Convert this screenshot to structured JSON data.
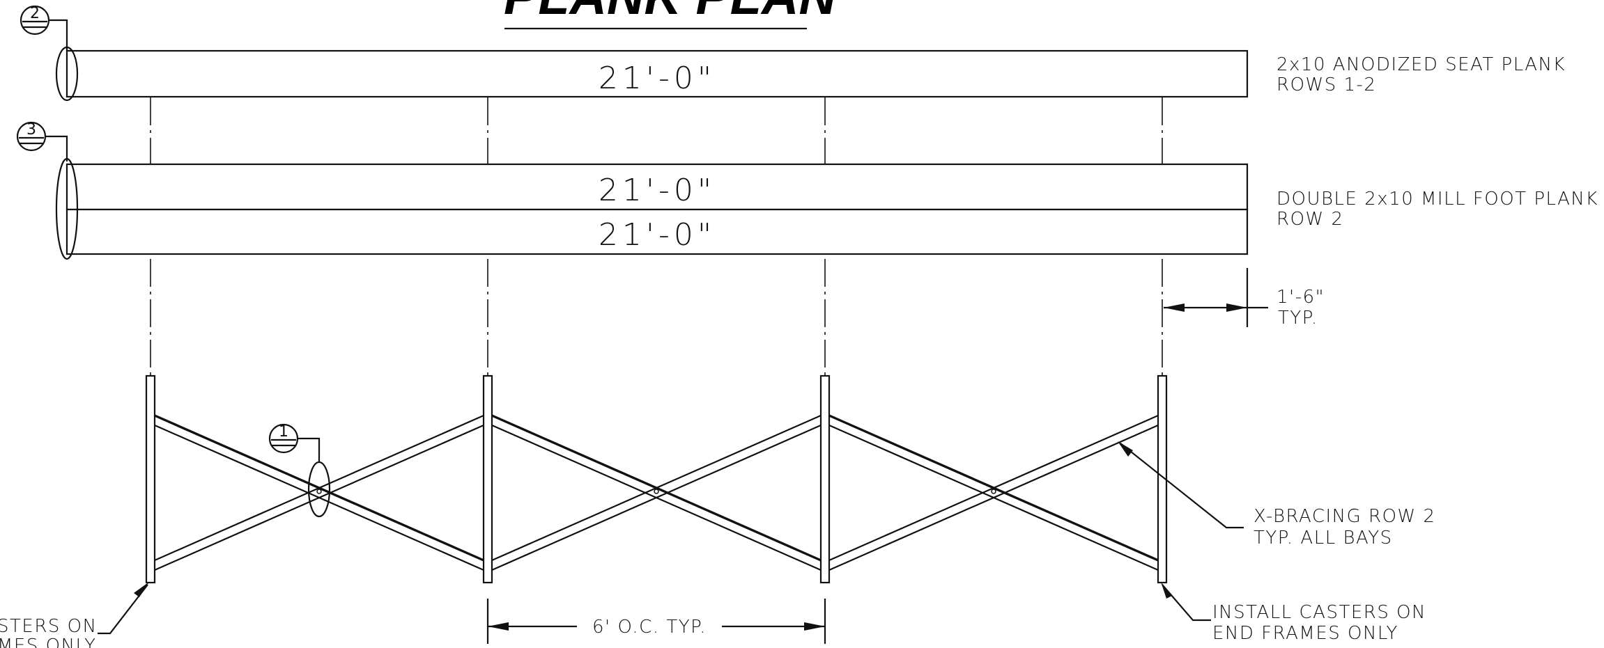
{
  "title": "PLANK PLAN",
  "planks": {
    "seat_length": "21'-0\"",
    "foot_upper_length": "21'-0\"",
    "foot_lower_length": "21'-0\""
  },
  "notes": {
    "seat_plank_line1": "2x10 ANODIZED SEAT PLANK",
    "seat_plank_line2": "ROWS 1-2",
    "foot_plank_line1": "DOUBLE 2x10 MILL FOOT PLANK",
    "foot_plank_line2": "ROW 2",
    "overhang_line1": "1'-6\"",
    "overhang_line2": "TYP.",
    "bracing_line1": "X-BRACING ROW 2",
    "bracing_line2": "TYP. ALL BAYS",
    "casters_right_line1": "INSTALL CASTERS ON",
    "casters_right_line2": "END FRAMES ONLY",
    "casters_left_line1": "STERS ON",
    "casters_left_line2": "MES ONLY",
    "spacing": "6' O.C. TYP."
  },
  "detail_tags": {
    "tag_seat": "2",
    "tag_foot": "3",
    "tag_bracing": "1"
  }
}
